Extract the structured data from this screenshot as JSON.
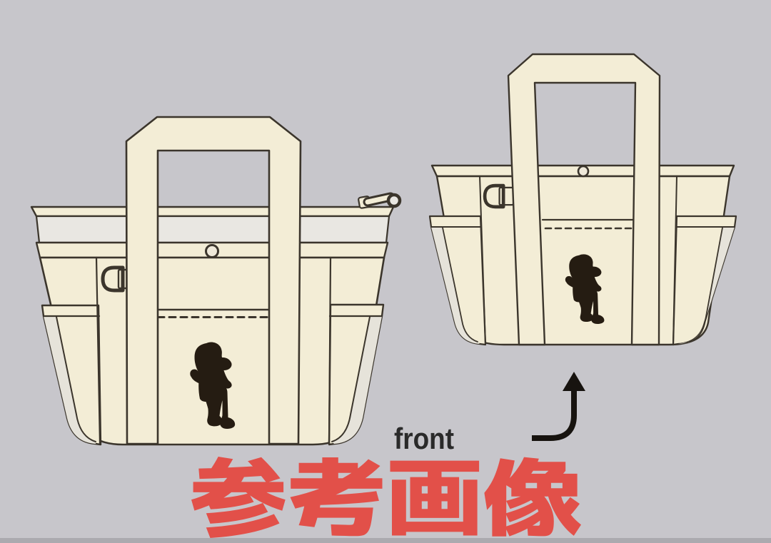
{
  "scene": {
    "description": "Product reference illustration of a canvas tote bag shown from two angles",
    "background_color": "#c7c6cb",
    "bag_fill_color": "#f3edd6",
    "bag_inner_strip_color": "#e9e7e2",
    "bag_outline_color": "#3b352c",
    "character_mark_color": "#251c12",
    "watermark_color": "#e25049",
    "front_label_color": "#262626",
    "arrow_color": "#17130f"
  },
  "labels": {
    "front": "front",
    "watermark": "参考画像"
  },
  "bags": {
    "left": {
      "view": "front view with zipper pull, snap button, D-ring, side pockets and character mark"
    },
    "right": {
      "view": "back view with snap button, D-ring, side pockets and character mark"
    }
  }
}
